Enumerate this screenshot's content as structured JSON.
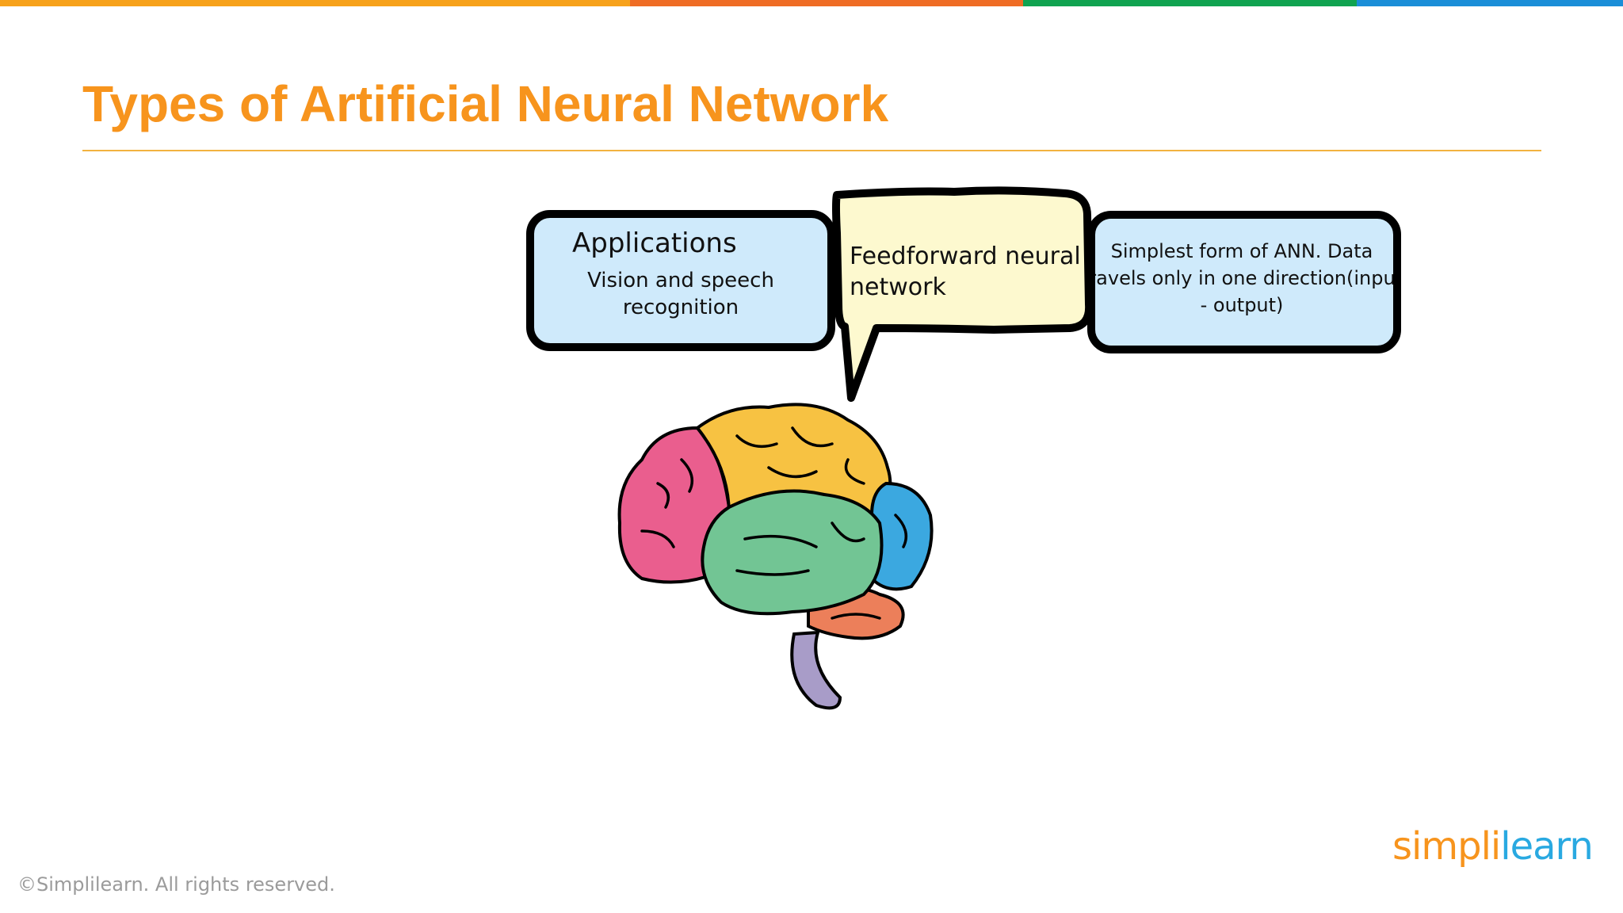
{
  "slide": {
    "title": "Types of Artificial Neural Network",
    "top_bar_colors": [
      "#f7a21b",
      "#ef6c24",
      "#10a350",
      "#1a8ed8"
    ],
    "title_color": "#f7941d"
  },
  "applications_box": {
    "heading": "Applications",
    "line1": "Vision and speech",
    "line2": "recognition"
  },
  "callout": {
    "line1": "Feedforward neural",
    "line2": "network"
  },
  "description_box": {
    "line1": "Simplest form of ANN. Data",
    "line2": "travels  only in one direction(input",
    "line3": "- output)"
  },
  "footer": {
    "copyright": "©Simplilearn. All rights reserved.",
    "logo_part1": "simpl",
    "logo_part2": "i",
    "logo_part3": "learn"
  }
}
